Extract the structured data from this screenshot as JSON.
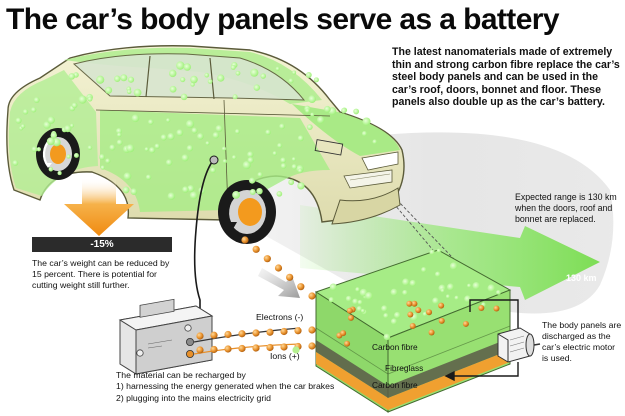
{
  "title": "The car’s body panels serve as a battery",
  "intro": "The latest nanomaterials made of extremely thin and strong carbon fibre replace the car’s steel body panels and can be used in the car’s roof, doors, bonnet and floor. These panels also double up as the car’s battery.",
  "range": {
    "note": "Expected range is 130 km when the doors, roof and bonnet are replaced.",
    "label": "130 km"
  },
  "weight": {
    "badge": "-15%",
    "note": "The car’s weight can be reduced by 15 percent. There is potential for cutting weight still further."
  },
  "flow": {
    "electrons": "Electrons (-)",
    "ions": "Ions (+)"
  },
  "battery_layers": [
    "Carbon fibre",
    "Fibreglass",
    "Carbon fibre"
  ],
  "discharge_note": "The body panels are discharged as the car’s electric motor is used.",
  "recharge": {
    "intro": "The material can be recharged by",
    "items": [
      "1) harnessing the energy generated when the car brakes",
      "2) plugging into the mains electricity grid"
    ]
  },
  "colors": {
    "panel_green": "#8ee86a",
    "car_body": "#ecebc6",
    "arrow_orange": "#f39a1e",
    "electron_orange": "#e8902a",
    "road_grey": "#e6e6e6",
    "badge_dark": "#2b2b2b",
    "fibreglass": "#f0a030",
    "layer_dark": "#5a5a48"
  }
}
